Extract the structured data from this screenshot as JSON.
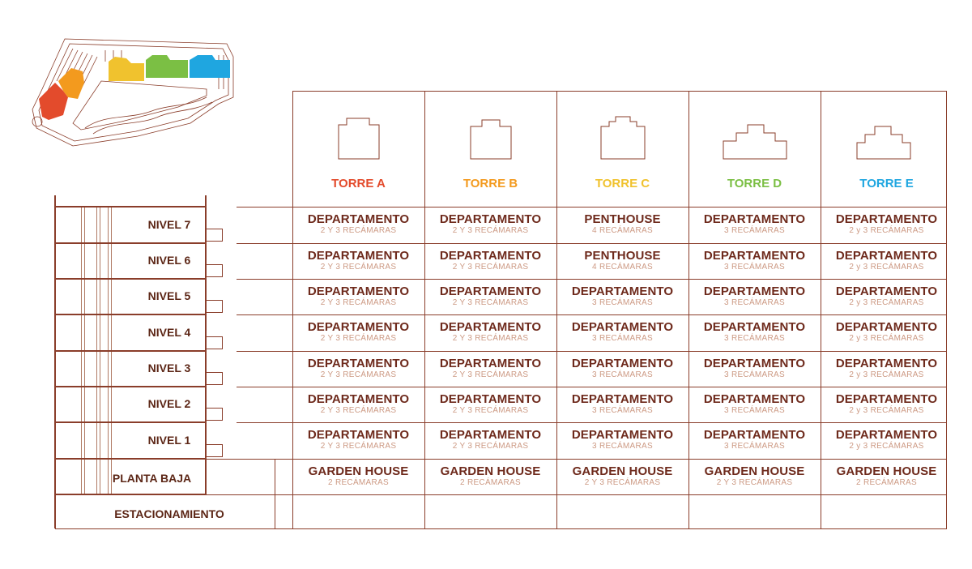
{
  "towers": [
    {
      "label": "TORRE A",
      "color": "#e34b2c"
    },
    {
      "label": "TORRE B",
      "color": "#f39a1e"
    },
    {
      "label": "TORRE C",
      "color": "#f0c22e"
    },
    {
      "label": "TORRE D",
      "color": "#7bbf44"
    },
    {
      "label": "TORRE E",
      "color": "#1fa6e0"
    }
  ],
  "levels": [
    "NIVEL 7",
    "NIVEL 6",
    "NIVEL 5",
    "NIVEL 4",
    "NIVEL 3",
    "NIVEL 2",
    "NIVEL 1",
    "PLANTA BAJA"
  ],
  "parking_label": "ESTACIONAMIENTO",
  "grid": [
    [
      {
        "type": "DEPARTAMENTO",
        "rooms": "2 Y 3 RECÁMARAS"
      },
      {
        "type": "DEPARTAMENTO",
        "rooms": "2 Y 3 RECÁMARAS"
      },
      {
        "type": "PENTHOUSE",
        "rooms": "4 RECÁMARAS"
      },
      {
        "type": "DEPARTAMENTO",
        "rooms": "3 RECÁMARAS"
      },
      {
        "type": "DEPARTAMENTO",
        "rooms": "2 y 3 RECÁMARAS"
      }
    ],
    [
      {
        "type": "DEPARTAMENTO",
        "rooms": "2 Y 3 RECÁMARAS"
      },
      {
        "type": "DEPARTAMENTO",
        "rooms": "2 Y 3 RECÁMARAS"
      },
      {
        "type": "PENTHOUSE",
        "rooms": "4 RECÁMARAS"
      },
      {
        "type": "DEPARTAMENTO",
        "rooms": "3 RECÁMARAS"
      },
      {
        "type": "DEPARTAMENTO",
        "rooms": "2 y 3 RECÁMARAS"
      }
    ],
    [
      {
        "type": "DEPARTAMENTO",
        "rooms": "2 Y 3 RECÁMARAS"
      },
      {
        "type": "DEPARTAMENTO",
        "rooms": "2 Y 3 RECÁMARAS"
      },
      {
        "type": "DEPARTAMENTO",
        "rooms": "3 RECÁMARAS"
      },
      {
        "type": "DEPARTAMENTO",
        "rooms": "3 RECÁMARAS"
      },
      {
        "type": "DEPARTAMENTO",
        "rooms": "2 y 3 RECÁMARAS"
      }
    ],
    [
      {
        "type": "DEPARTAMENTO",
        "rooms": "2 Y 3 RECÁMARAS"
      },
      {
        "type": "DEPARTAMENTO",
        "rooms": "2 Y 3 RECÁMARAS"
      },
      {
        "type": "DEPARTAMENTO",
        "rooms": "3 RECÁMARAS"
      },
      {
        "type": "DEPARTAMENTO",
        "rooms": "3 RECÁMARAS"
      },
      {
        "type": "DEPARTAMENTO",
        "rooms": "2 y 3 RECÁMARAS"
      }
    ],
    [
      {
        "type": "DEPARTAMENTO",
        "rooms": "2 Y 3 RECÁMARAS"
      },
      {
        "type": "DEPARTAMENTO",
        "rooms": "2 Y 3 RECÁMARAS"
      },
      {
        "type": "DEPARTAMENTO",
        "rooms": "3 RECÁMARAS"
      },
      {
        "type": "DEPARTAMENTO",
        "rooms": "3 RECÁMARAS"
      },
      {
        "type": "DEPARTAMENTO",
        "rooms": "2 y 3 RECÁMARAS"
      }
    ],
    [
      {
        "type": "DEPARTAMENTO",
        "rooms": "2 Y 3 RECÁMARAS"
      },
      {
        "type": "DEPARTAMENTO",
        "rooms": "2 Y 3 RECÁMARAS"
      },
      {
        "type": "DEPARTAMENTO",
        "rooms": "3 RECÁMARAS"
      },
      {
        "type": "DEPARTAMENTO",
        "rooms": "3 RECÁMARAS"
      },
      {
        "type": "DEPARTAMENTO",
        "rooms": "2 y 3 RECÁMARAS"
      }
    ],
    [
      {
        "type": "DEPARTAMENTO",
        "rooms": "2 Y 3 RECÁMARAS"
      },
      {
        "type": "DEPARTAMENTO",
        "rooms": "2 Y 3 RECÁMARAS"
      },
      {
        "type": "DEPARTAMENTO",
        "rooms": "3 RECÁMARAS"
      },
      {
        "type": "DEPARTAMENTO",
        "rooms": "3 RECÁMARAS"
      },
      {
        "type": "DEPARTAMENTO",
        "rooms": "2 y 3 RECÁMARAS"
      }
    ],
    [
      {
        "type": "GARDEN HOUSE",
        "rooms": "2 RECÁMARAS"
      },
      {
        "type": "GARDEN HOUSE",
        "rooms": "2 RECÁMARAS"
      },
      {
        "type": "GARDEN HOUSE",
        "rooms": "2 Y 3 RECÁMARAS"
      },
      {
        "type": "GARDEN HOUSE",
        "rooms": "2 Y 3 RECÁMARAS"
      },
      {
        "type": "GARDEN HOUSE",
        "rooms": "2  RECÁMARAS"
      }
    ]
  ],
  "line_color": "#8a3d2a"
}
